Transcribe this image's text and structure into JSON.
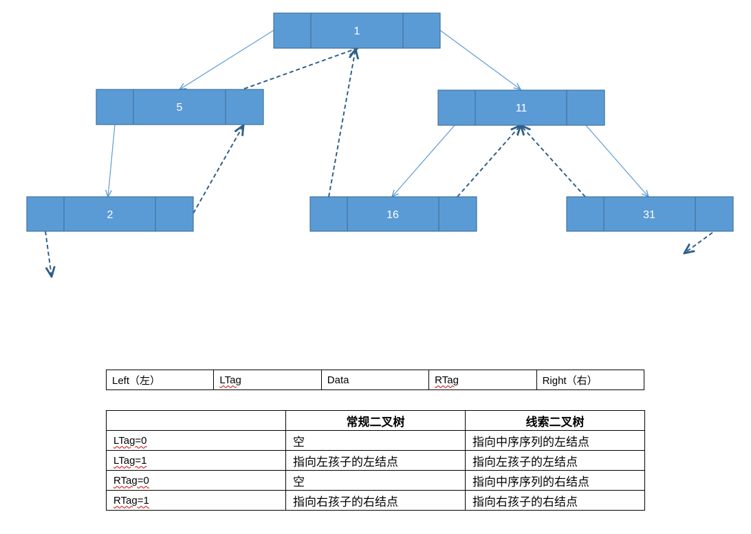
{
  "tree": {
    "nodes": [
      {
        "id": "n1",
        "value": "1"
      },
      {
        "id": "n5",
        "value": "5"
      },
      {
        "id": "n11",
        "value": "11"
      },
      {
        "id": "n2",
        "value": "2"
      },
      {
        "id": "n16",
        "value": "16"
      },
      {
        "id": "n31",
        "value": "31"
      }
    ],
    "colors": {
      "node_fill": "#5B9BD5",
      "node_stroke": "#41719C",
      "edge": "#5B9BD5",
      "thread": "#2E5F8A"
    }
  },
  "layout_table": {
    "cells": [
      "Left（左）",
      "LTag",
      "Data",
      "RTag",
      "Right（右）"
    ]
  },
  "tag_table": {
    "headers": [
      "",
      "常规二叉树",
      "线索二叉树"
    ],
    "rows": [
      [
        "LTag=0",
        "空",
        "指向中序序列的左结点"
      ],
      [
        "LTag=1",
        "指向左孩子的左结点",
        "指向左孩子的左结点"
      ],
      [
        "RTag=0",
        "空",
        "指向中序序列的右结点"
      ],
      [
        "RTag=1",
        "指向右孩子的右结点",
        "指向右孩子的右结点"
      ]
    ]
  }
}
